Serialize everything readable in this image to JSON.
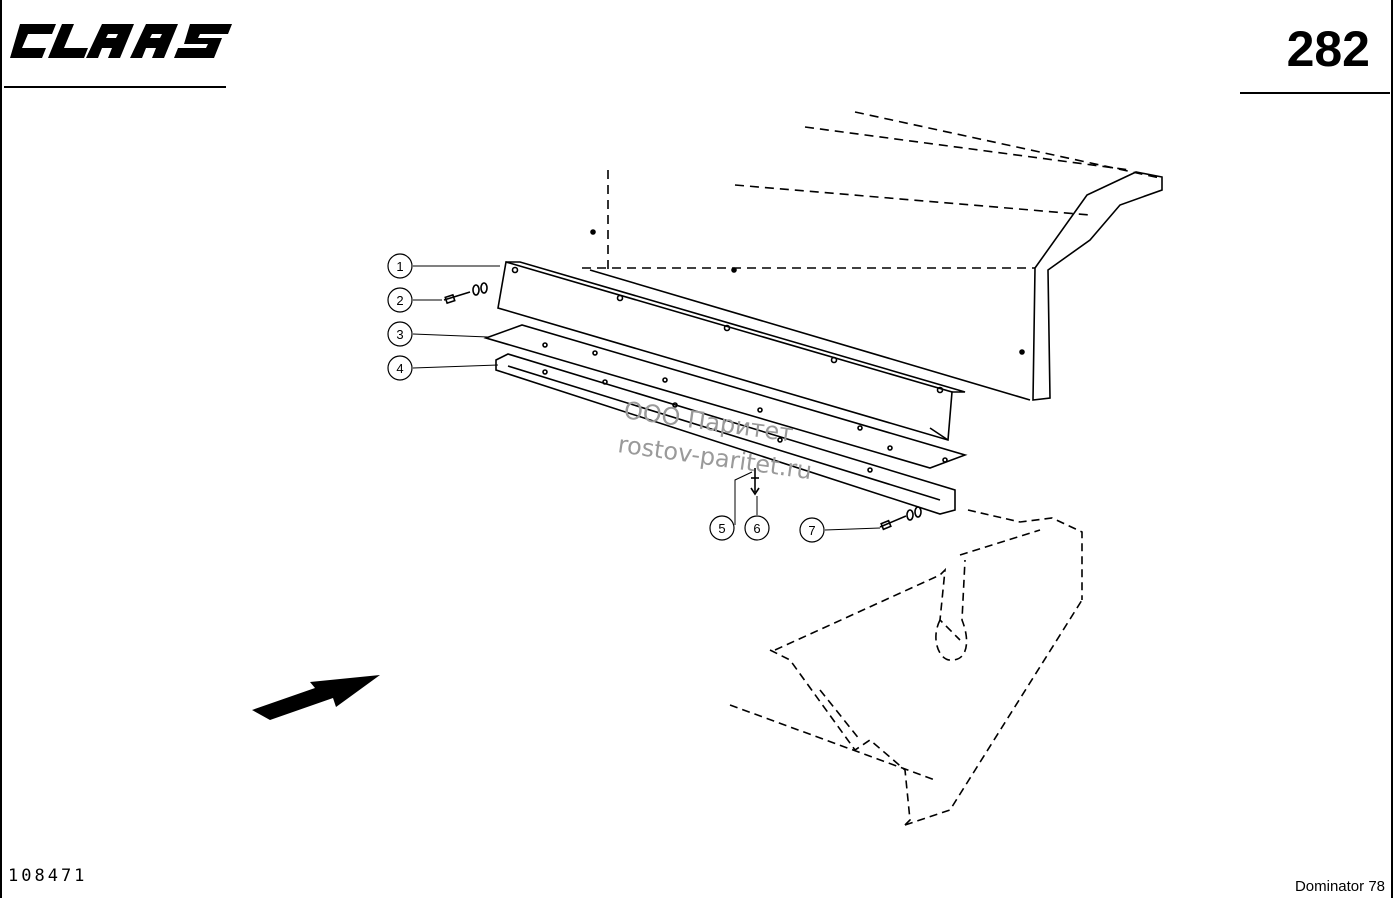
{
  "header": {
    "brand": "CLAAS",
    "page_number": "282"
  },
  "footer": {
    "document_code": "108471",
    "model": "Dominator 78"
  },
  "callouts": [
    {
      "label": "1"
    },
    {
      "label": "2"
    },
    {
      "label": "3"
    },
    {
      "label": "4"
    },
    {
      "label": "5"
    },
    {
      "label": "6"
    },
    {
      "label": "7"
    }
  ],
  "watermark": {
    "line1": "ООО Паритет",
    "line2": "rostov-paritet.ru"
  },
  "icons": {
    "direction_arrow": "direction-arrow-icon"
  }
}
